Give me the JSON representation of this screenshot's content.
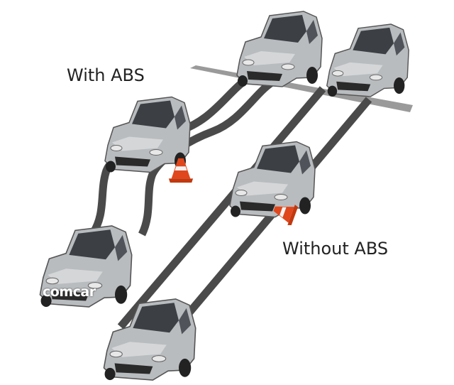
{
  "labels": {
    "with_abs": "With ABS",
    "without_abs": "Without ABS"
  },
  "watermark": "comcar",
  "colors": {
    "track": "#4a4a4a",
    "stop_line": "#9a9a9a",
    "car_body": "#b9bcbf",
    "cone": "#e0471c"
  }
}
